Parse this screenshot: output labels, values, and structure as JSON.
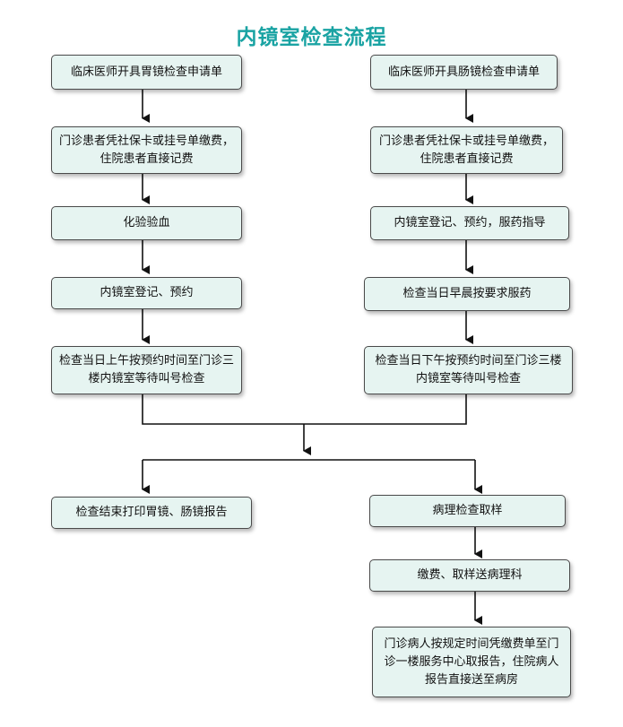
{
  "title": "内镜室检查流程",
  "left": {
    "step1": "临床医师开具胃镜检查申请单",
    "step2": "门诊患者凭社保卡或挂号单缴费，住院患者直接记费",
    "step3": "化验验血",
    "step4": "内镜室登记、预约",
    "step5": "检查当日上午按预约时间至门诊三楼内镜室等待叫号检查"
  },
  "right": {
    "step1": "临床医师开具肠镜检查申请单",
    "step2": "门诊患者凭社保卡或挂号单缴费，住院患者直接记费",
    "step3": "内镜室登记、预约，服药指导",
    "step4": "检查当日早晨按要求服药",
    "step5": "检查当日下午按预约时间至门诊三楼内镜室等待叫号检查"
  },
  "bottom": {
    "report": "检查结束打印胃镜、肠镜报告",
    "pathology": "病理检查取样",
    "pay_send": "缴费、取样送病理科",
    "collect": "门诊病人按规定时间凭缴费单至门诊一楼服务中心取报告，住院病人报告直接送至病房"
  }
}
